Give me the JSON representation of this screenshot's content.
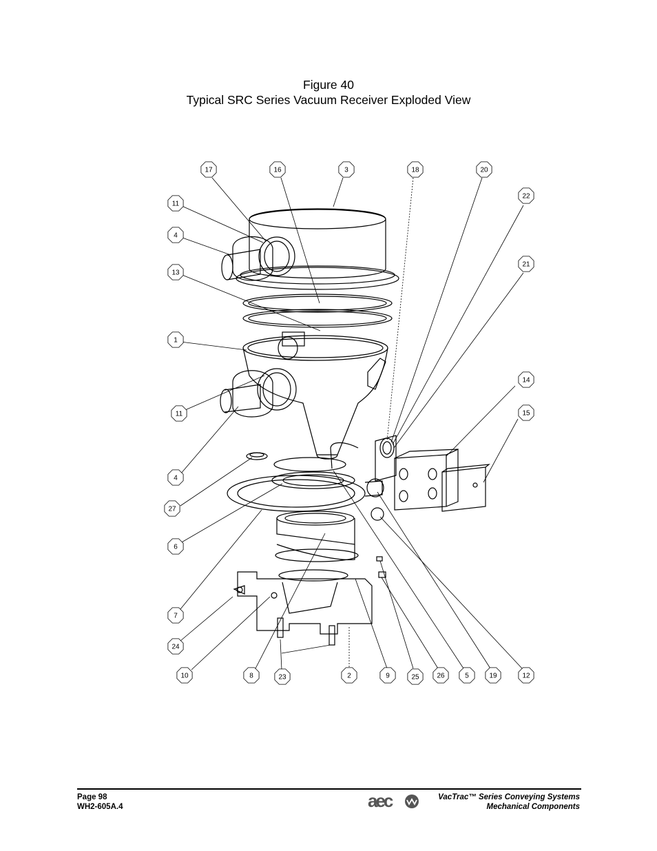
{
  "figure": {
    "number": "Figure 40",
    "caption": "Typical SRC Series Vacuum Receiver Exploded View"
  },
  "callouts": [
    "17",
    "16",
    "3",
    "18",
    "20",
    "22",
    "11",
    "4",
    "21",
    "13",
    "1",
    "14",
    "11",
    "15",
    "4",
    "27",
    "6",
    "7",
    "24",
    "10",
    "8",
    "23",
    "2",
    "9",
    "25",
    "26",
    "5",
    "19",
    "12"
  ],
  "footer": {
    "page": "Page 98",
    "doc_id": "WH2-605A.4",
    "series": "VacTrac™ Series Conveying Systems",
    "section": "Mechanical Components",
    "logo_text": "aec"
  }
}
